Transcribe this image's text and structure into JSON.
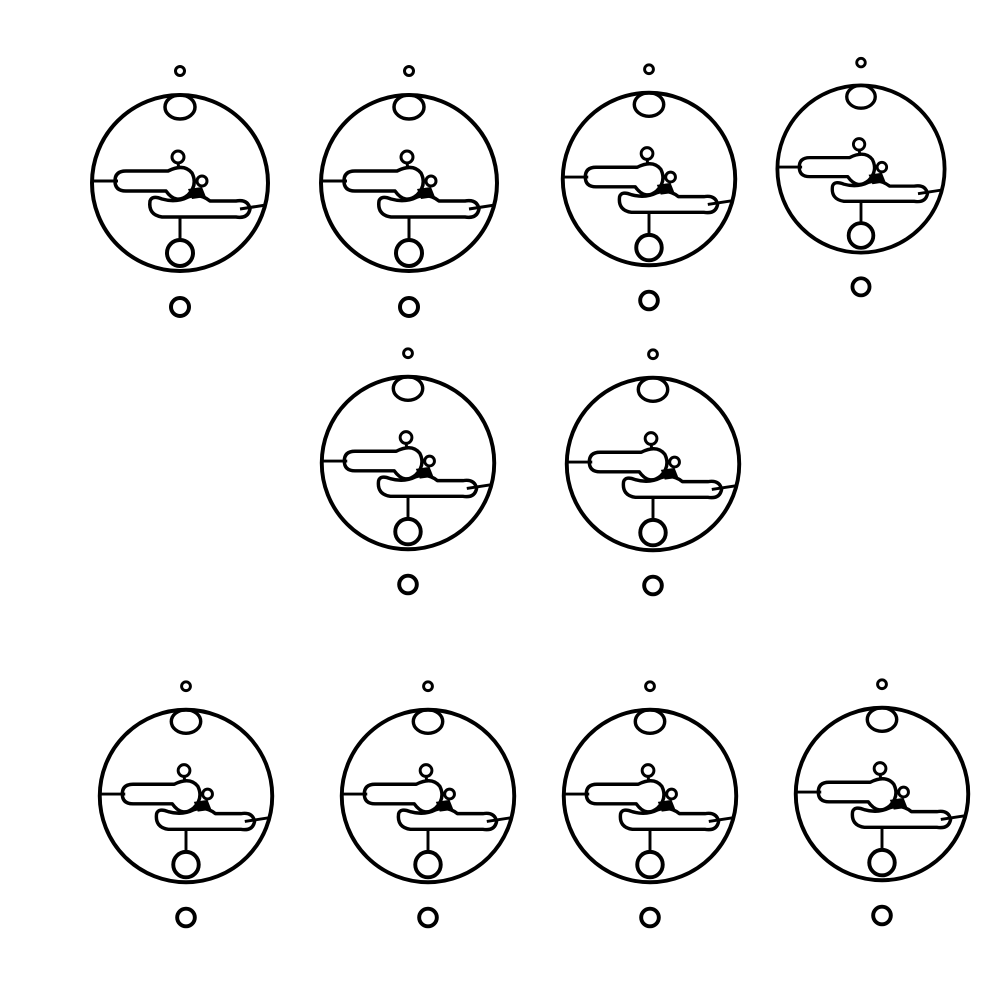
{
  "image": {
    "background_color": "#ffffff",
    "line_color": "#000000",
    "subject": "carburetor-gasket-set",
    "set_count": 10,
    "layout_rows": [
      4,
      2,
      4
    ]
  }
}
